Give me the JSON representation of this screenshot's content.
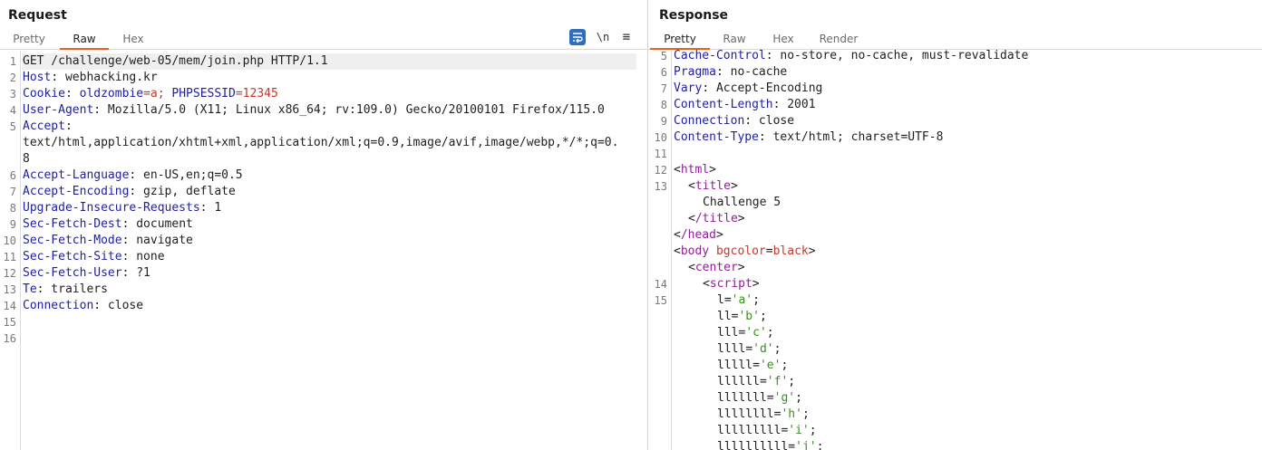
{
  "request": {
    "title": "Request",
    "tabs": [
      "Pretty",
      "Raw",
      "Hex"
    ],
    "active_tab": "Raw",
    "tools": {
      "wrap": "wrap-lines",
      "newline": "\\n",
      "menu": "≡"
    },
    "line_numbers": [
      "1",
      "2",
      "3",
      "4",
      "5",
      "",
      "",
      "6",
      "7",
      "8",
      "9",
      "10",
      "11",
      "12",
      "13",
      "14",
      "15",
      "16"
    ],
    "lines": {
      "l1": "GET /challenge/web-05/mem/join.php HTTP/1.1",
      "l2k": "Host",
      "l2v": ": webhacking.kr",
      "l3k": "Cookie",
      "l3a": ": ",
      "l3b": "oldzombie",
      "l3c": "=a; ",
      "l3d": "PHPSESSID",
      "l3e": "=12345",
      "l4k": "User-Agent",
      "l4v": ": Mozilla/5.0 (X11; Linux x86_64; rv:109.0) Gecko/20100101 Firefox/115.0",
      "l5k": "Accept",
      "l5v": ":",
      "l5w1": "text/html,application/xhtml+xml,application/xml;q=0.9,image/avif,image/webp,*/*;q=0.",
      "l5w2": "8",
      "l6k": "Accept-Language",
      "l6v": ": en-US,en;q=0.5",
      "l7k": "Accept-Encoding",
      "l7v": ": gzip, deflate",
      "l8k": "Upgrade-Insecure-Requests",
      "l8v": ": 1",
      "l9k": "Sec-Fetch-Dest",
      "l9v": ": document",
      "l10k": "Sec-Fetch-Mode",
      "l10v": ": navigate",
      "l11k": "Sec-Fetch-Site",
      "l11v": ": none",
      "l12k": "Sec-Fetch-User",
      "l12v": ": ?1",
      "l13k": "Te",
      "l13v": ": trailers",
      "l14k": "Connection",
      "l14v": ": close"
    }
  },
  "response": {
    "title": "Response",
    "tabs": [
      "Pretty",
      "Raw",
      "Hex",
      "Render"
    ],
    "active_tab": "Pretty",
    "line_numbers": [
      "5",
      "6",
      "7",
      "8",
      "9",
      "10",
      "11",
      "12",
      "13",
      "",
      "",
      "",
      "",
      "",
      "",
      "14",
      "15"
    ],
    "lines": {
      "h5k": "Cache-Control",
      "h5v": ": no-store, no-cache, must-revalidate",
      "h6k": "Pragma",
      "h6v": ": no-cache",
      "h7k": "Vary",
      "h7v": ": Accept-Encoding",
      "h8k": "Content-Length",
      "h8v": ": 2001",
      "h9k": "Connection",
      "h9v": ": close",
      "h10k": "Content-Type",
      "h10v": ": text/html; charset=UTF-8",
      "t_html": "html",
      "t_title": "title",
      "title_text": "Challenge 5",
      "t_title_close": "/title",
      "t_head_close": "/head",
      "t_body": "body",
      "body_attr": "bgcolor",
      "body_val": "black",
      "t_center": "center",
      "t_script": "script",
      "v1": "l",
      "s1": "'a'",
      "v2": "ll",
      "s2": "'b'",
      "v3": "lll",
      "s3": "'c'",
      "v4": "llll",
      "s4": "'d'",
      "v5": "lllll",
      "s5": "'e'",
      "v6": "llllll",
      "s6": "'f'",
      "v7": "lllllll",
      "s7": "'g'",
      "v8": "llllllll",
      "s8": "'h'",
      "v9": "lllllllll",
      "s9": "'i'",
      "v10": "llllllllll",
      "s10": "'j'"
    }
  }
}
